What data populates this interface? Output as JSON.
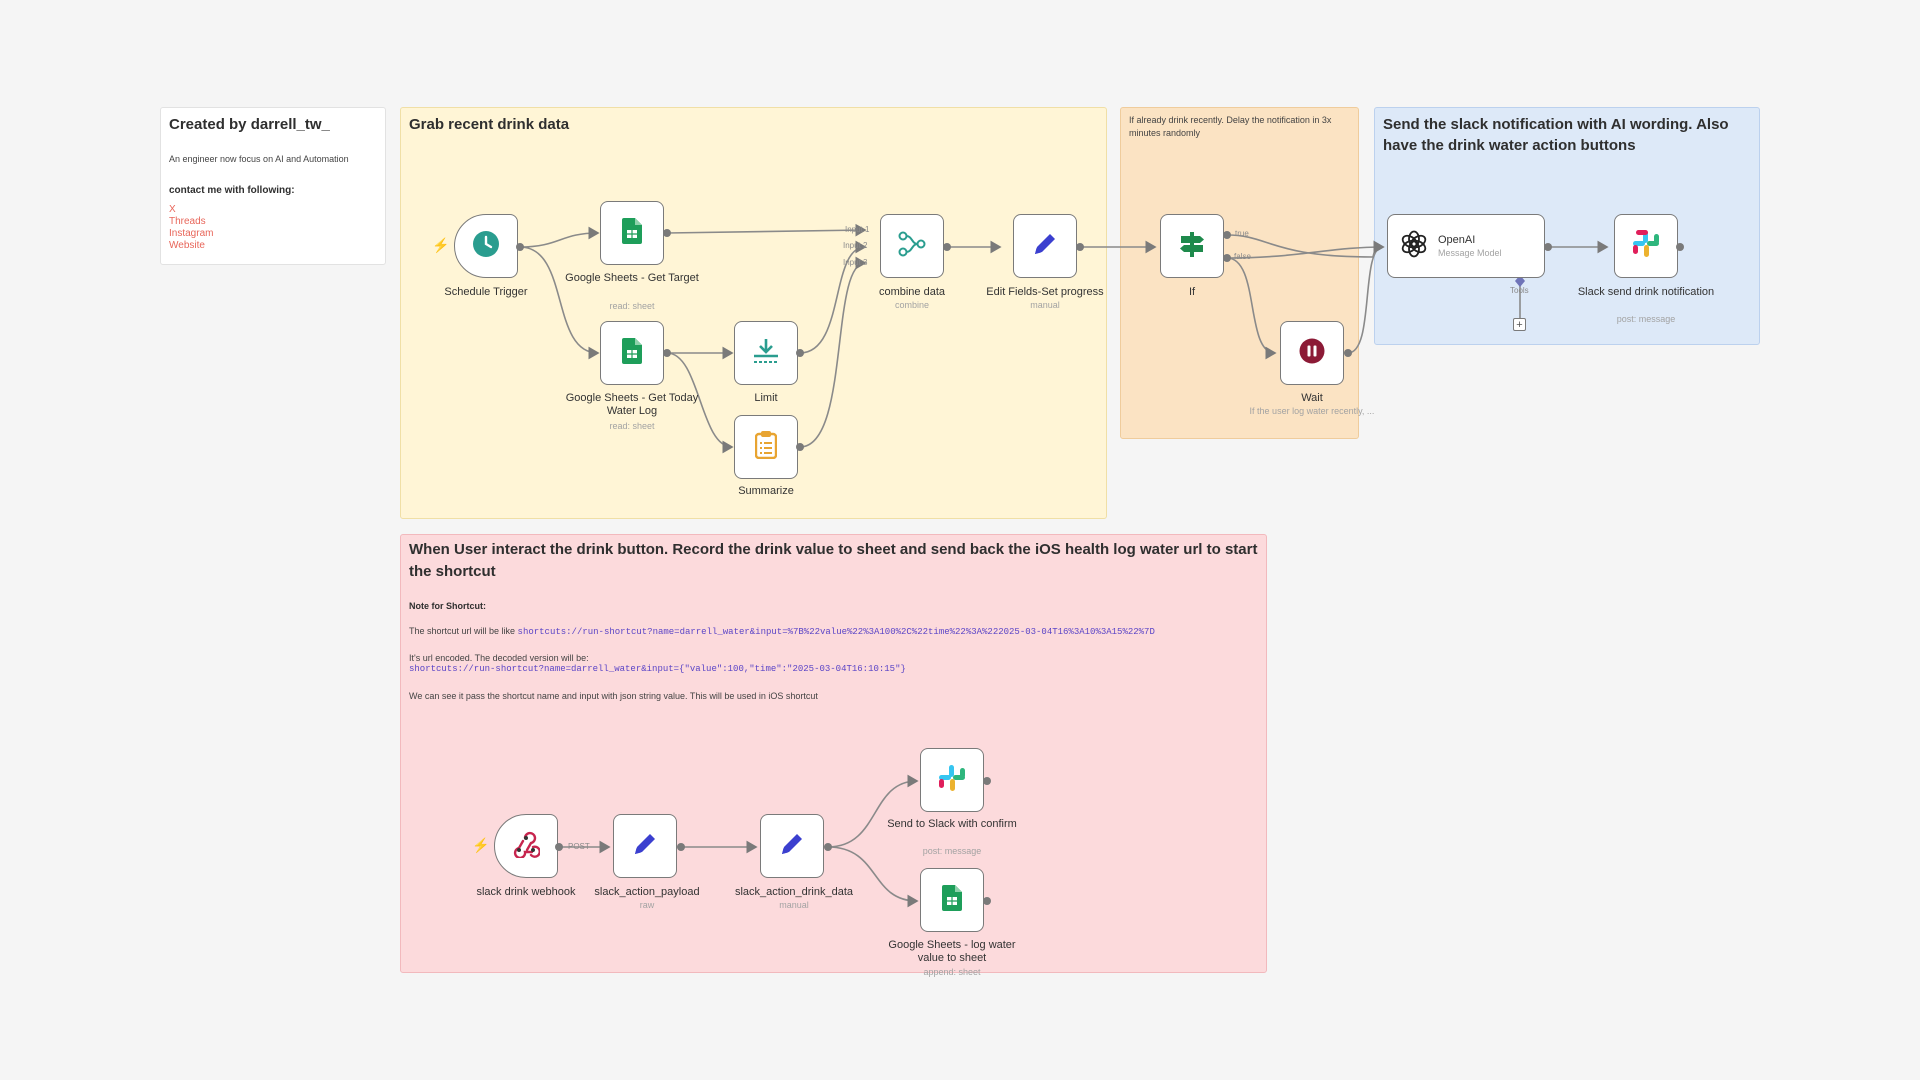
{
  "notes": {
    "creator": {
      "title": "Created by darrell_tw_",
      "desc": "An engineer now focus on AI and Automation",
      "contact_heading": "contact me with following:",
      "links": [
        "X",
        "Threads",
        "Instagram",
        "Website"
      ]
    },
    "grab": {
      "title": "Grab recent drink data"
    },
    "delay": {
      "text": "If already drink recently. Delay the notification in 3x minutes randomly"
    },
    "slack_notif": {
      "title": "Send the slack notification with AI wording. Also have the drink water action buttons"
    },
    "interact": {
      "title": "When User interact the drink button. Record the drink value to sheet and send back the iOS health log water url to start the shortcut",
      "note_heading": "Note for Shortcut:",
      "line1_prefix": "The shortcut url will be like ",
      "line1_code": "shortcuts://run-shortcut?name=darrell_water&input=%7B%22value%22%3A100%2C%22time%22%3A%222025-03-04T16%3A10%3A15%22%7D",
      "line2": "It's url encoded. The decoded version will be:",
      "line2_code": "shortcuts://run-shortcut?name=darrell_water&input={\"value\":100,\"time\":\"2025-03-04T16:10:15\"}",
      "line3": "We can see it pass the shortcut name and input with json string value. This will be used in iOS shortcut"
    }
  },
  "nodes": {
    "schedule": {
      "label": "Schedule Trigger",
      "icon": "clock-icon"
    },
    "gs_target": {
      "label": "Google Sheets - Get Target",
      "sub": "read: sheet",
      "icon": "google-sheets-icon"
    },
    "gs_today": {
      "label": "Google Sheets - Get Today Water Log",
      "sub": "read: sheet",
      "icon": "google-sheets-icon"
    },
    "limit": {
      "label": "Limit",
      "icon": "limit-icon"
    },
    "summarize": {
      "label": "Summarize",
      "icon": "clipboard-icon"
    },
    "combine": {
      "label": "combine data",
      "sub": "combine",
      "icon": "merge-icon"
    },
    "edit_progress": {
      "label": "Edit Fields-Set progress",
      "sub": "manual",
      "icon": "pencil-icon"
    },
    "if": {
      "label": "If",
      "icon": "signpost-icon"
    },
    "wait": {
      "label": "Wait",
      "sub": "If the user log water recently, ...",
      "icon": "pause-icon"
    },
    "openai": {
      "title": "OpenAI",
      "subtitle": "Message Model",
      "tools": "Tools",
      "icon": "openai-icon"
    },
    "slack_send": {
      "label": "Slack send drink notification",
      "sub": "post: message",
      "icon": "slack-icon"
    },
    "webhook": {
      "label": "slack drink webhook",
      "icon": "webhook-icon"
    },
    "payload": {
      "label": "slack_action_payload",
      "sub": "raw",
      "icon": "pencil-icon"
    },
    "drink_data": {
      "label": "slack_action_drink_data",
      "sub": "manual",
      "icon": "pencil-icon"
    },
    "slack_confirm": {
      "label": "Send to Slack with confirm",
      "sub": "post: message",
      "icon": "slack-icon"
    },
    "gs_log": {
      "label": "Google Sheets - log water value to sheet",
      "sub": "append: sheet",
      "icon": "google-sheets-icon"
    }
  },
  "edge_labels": {
    "input1": "Input 1",
    "input2": "Input 2",
    "input3": "Input 3",
    "true": "true",
    "false": "false",
    "post": "POST"
  },
  "colors": {
    "sheets_green": "#1e9e5a",
    "pencil_blue": "#3b3fcf",
    "clock_teal": "#2a9d8f",
    "wait_maroon": "#8c1a36",
    "limit_green": "#2a9d8f",
    "clipboard_orange": "#e8a431",
    "trigger_bolt": "#ea6a4b"
  }
}
